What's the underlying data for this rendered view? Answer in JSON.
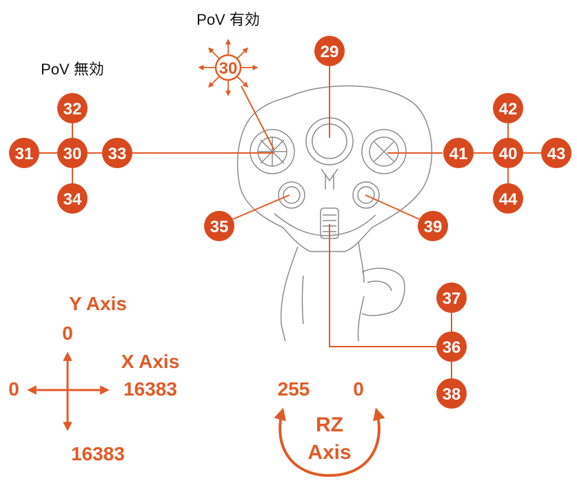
{
  "colors": {
    "accent": "#e15a26",
    "callout": "#d9491f",
    "outline": "#8a8a8a",
    "text": "#111111"
  },
  "labels": {
    "pov_enabled": "PoV 有効",
    "pov_disabled": "PoV 無効",
    "y_axis": "Y Axis",
    "y_top": "0",
    "y_bottom": "16383",
    "x_axis": "X Axis",
    "x_left": "0",
    "x_right": "16383",
    "rz_left": "255",
    "rz_right": "0",
    "rz_line1": "RZ",
    "rz_line2": "Axis"
  },
  "buttons": {
    "b29": "29",
    "b30_enabled": "30",
    "b30_disabled": "30",
    "b31": "31",
    "b32": "32",
    "b33": "33",
    "b34": "34",
    "b35": "35",
    "b36": "36",
    "b37": "37",
    "b38": "38",
    "b39": "39",
    "b40": "40",
    "b41": "41",
    "b42": "42",
    "b43": "43",
    "b44": "44"
  }
}
